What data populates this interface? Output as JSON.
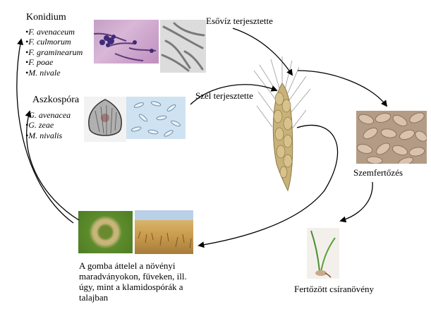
{
  "conidium": {
    "title": "Konidium",
    "species": [
      "•F. avenaceum",
      "•F. culmorum",
      "•F. graminearum",
      "•F. poae",
      "•M. nivale"
    ]
  },
  "ascospore": {
    "title": "Aszkospóra",
    "species": [
      "•G. avenacea",
      "•G. zeae",
      "•M. nivalis"
    ]
  },
  "labels": {
    "rain": "Esővíz terjesztette",
    "wind": "Szél terjesztette",
    "seed_infection": "Szemfertőzés",
    "infected_seedling": "Fertőzött csíranövény",
    "overwintering": "A gomba áttelel a növényi maradványokon, füveken, ill. úgy, mint a klamidospórák a talajban"
  }
}
